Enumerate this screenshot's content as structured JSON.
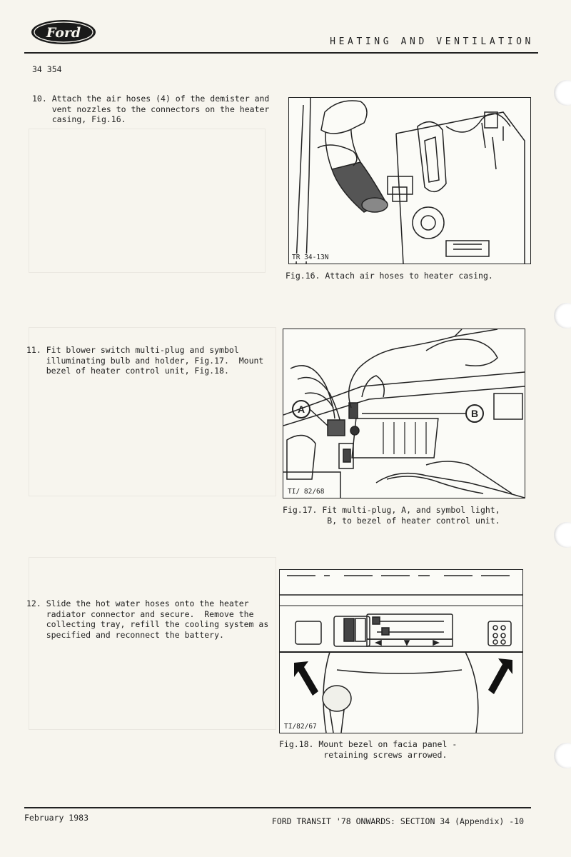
{
  "header": {
    "brand": "Ford",
    "title": "HEATING AND VENTILATION"
  },
  "page_code": "34 354",
  "steps": [
    {
      "number": "10.",
      "lines": [
        "Attach the air hoses (4) of the demister and",
        "vent nozzles to the connectors on the heater",
        "casing, Fig.16."
      ]
    },
    {
      "number": "11.",
      "lines": [
        "Fit blower switch multi-plug and symbol",
        "illuminating bulb and holder, Fig.17.  Mount",
        "bezel of heater control unit, Fig.18."
      ]
    },
    {
      "number": "12.",
      "lines": [
        "Slide the hot water hoses onto the heater",
        "radiator connector and secure.  Remove the",
        "collecting tray, refill the cooling system as",
        "specified and reconnect the battery."
      ]
    }
  ],
  "figures": [
    {
      "ref": "TR 34-13N",
      "caption_lines": [
        "Fig.16. Attach air hoses to heater casing."
      ]
    },
    {
      "ref": "TI/ 82/68",
      "label_a": "A",
      "label_b": "B",
      "caption_lines": [
        "Fig.17. Fit multi-plug, A, and symbol light,",
        "         B, to bezel of heater control unit."
      ]
    },
    {
      "ref": "TI/82/67",
      "caption_lines": [
        "Fig.18. Mount bezel on facia panel -",
        "         retaining screws arrowed."
      ]
    }
  ],
  "footer": {
    "date": "February 1983",
    "title": "FORD TRANSIT '78 ONWARDS: SECTION 34 (Appendix) -10"
  },
  "colors": {
    "paper": "#f7f5ee",
    "ink": "#222222",
    "logo_fill": "#1a1a1a"
  }
}
